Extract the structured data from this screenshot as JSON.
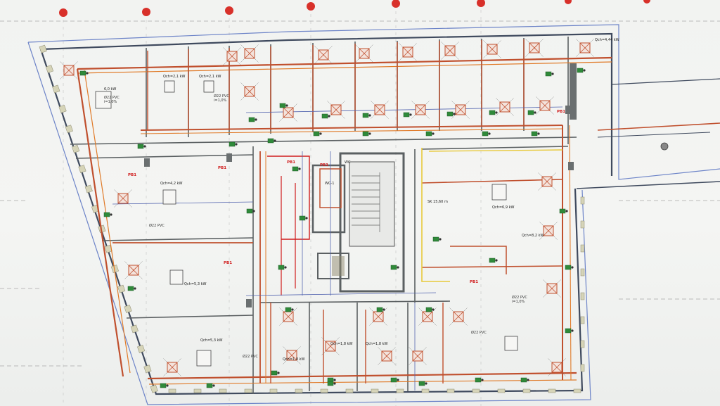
{
  "room_loads": [
    {
      "id": "load-a",
      "text": "Qch=2,1 kW"
    },
    {
      "id": "load-b",
      "text": "Qch=2,1 kW"
    },
    {
      "id": "load-c",
      "text": "6,0 kW"
    },
    {
      "id": "load-d",
      "text": "Qch=4,2 kW"
    },
    {
      "id": "load-e",
      "text": "Qch=5,3 kW"
    },
    {
      "id": "load-f",
      "text": "Qch=5,3 kW"
    },
    {
      "id": "load-g",
      "text": "Qch=8,2 kW"
    },
    {
      "id": "load-h",
      "text": "Qch=1,8 kW"
    },
    {
      "id": "load-i",
      "text": "Qch=1,8 kW"
    },
    {
      "id": "load-j",
      "text": "Qch=1,8 kW"
    },
    {
      "id": "load-k",
      "text": "Qch=6,9 kW"
    },
    {
      "id": "load-l",
      "text": "Qch=4,44 kW"
    }
  ],
  "pipe_labels": [
    {
      "id": "pipe-a",
      "text": "Ø22 PVC"
    },
    {
      "id": "pipe-b",
      "text": "i=1,0%"
    },
    {
      "id": "pipe-c",
      "text": "Ø22 PVC"
    },
    {
      "id": "pipe-d",
      "text": "i=1,0%"
    },
    {
      "id": "pipe-e",
      "text": "Ø22 PVC"
    },
    {
      "id": "pipe-f",
      "text": "Ø22 PVC"
    },
    {
      "id": "pipe-g",
      "text": "Ø22 PVC"
    },
    {
      "id": "pipe-h",
      "text": "Ø22 PVC"
    },
    {
      "id": "pipe-i",
      "text": "i=1,0%"
    }
  ],
  "tags": [
    {
      "id": "tag-wc",
      "text": "WC"
    },
    {
      "id": "tag-wc1",
      "text": "WC-1"
    },
    {
      "id": "tag-sk",
      "text": "SK 15,60 m"
    }
  ],
  "colors": {
    "ductwork": "#c0502e",
    "supply_pipe": "#e07a28",
    "gas_line": "#e8c93a",
    "wall": "#6a6f70",
    "unit_green": "#2f8a3a",
    "grid_axis_marker": "#d8302a",
    "outline_blue": "#6d84c8"
  },
  "icons": [
    "grid-axis-marker",
    "ceiling-fan-coil-unit",
    "valve-symbol",
    "column-symbol"
  ]
}
